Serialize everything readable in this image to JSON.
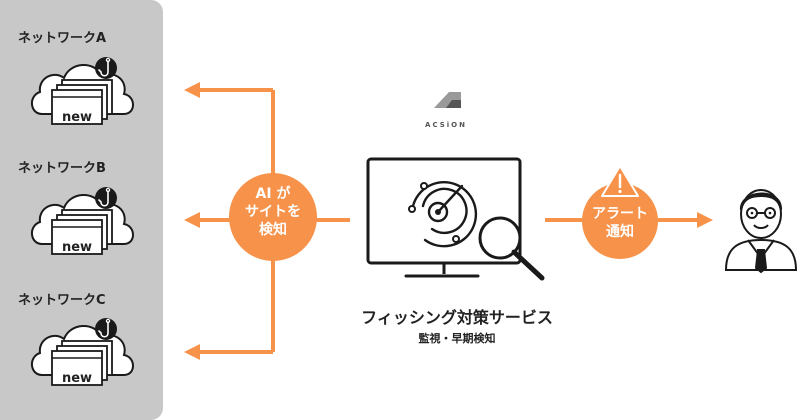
{
  "networks": [
    {
      "label": "ネットワークA",
      "card_text": "new"
    },
    {
      "label": "ネットワークB",
      "card_text": "new"
    },
    {
      "label": "ネットワークC",
      "card_text": "new"
    }
  ],
  "detect_circle": {
    "text": "AI が\nサイトを\n検知"
  },
  "alert_circle": {
    "text": "アラート\n通知"
  },
  "service": {
    "brand": "ACSiON",
    "title": "フィッシング対策サービス",
    "subtitle": "監視・早期検知"
  },
  "colors": {
    "accent": "#f7924a",
    "panel": "#c8c8c8",
    "ink": "#1a1a1a"
  },
  "icons": [
    "cloud-icon",
    "fishhook-icon",
    "browser-window-icon",
    "radar-monitor-icon",
    "magnifier-icon",
    "warning-icon",
    "user-avatar-icon",
    "acsion-logo-icon"
  ]
}
